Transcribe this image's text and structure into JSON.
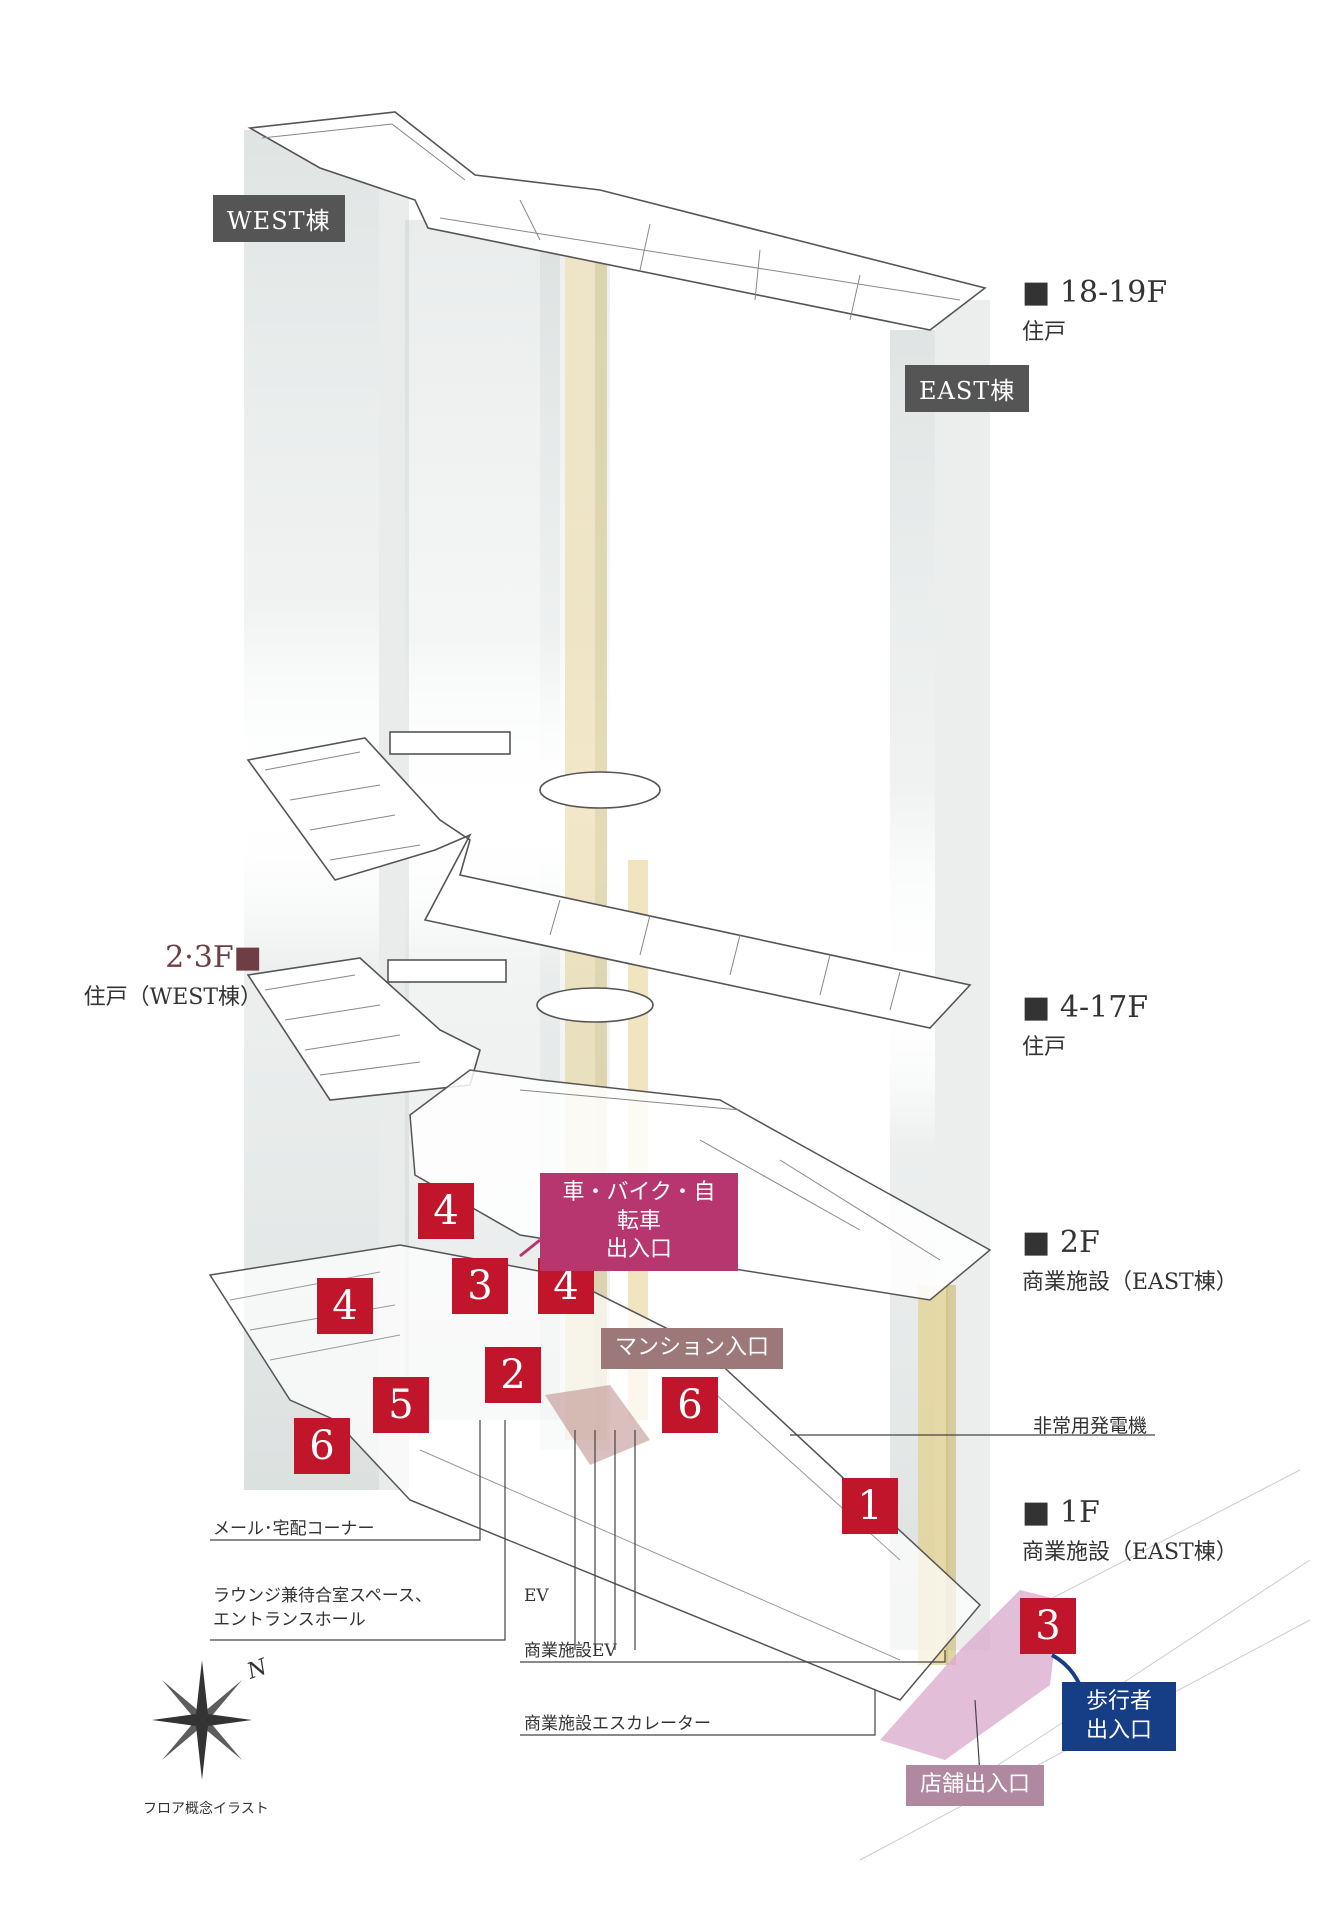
{
  "building": {
    "west": "WEST棟",
    "east": "EAST棟"
  },
  "floors": {
    "f1819": {
      "name": "18-19F",
      "use": "住戸"
    },
    "f417": {
      "name": "4-17F",
      "use": "住戸"
    },
    "f23": {
      "name": "2·3F",
      "use": "住戸（WEST棟）"
    },
    "f2": {
      "name": "2F",
      "use": "商業施設（EAST棟）"
    },
    "f1": {
      "name": "1F",
      "use": "商業施設（EAST棟）"
    }
  },
  "markers": [
    "1",
    "2",
    "3",
    "4",
    "5",
    "6"
  ],
  "callouts": {
    "vehicle": "車・バイク・自転車\n出入口",
    "mansion": "マンション入口",
    "pedestrian": "歩行者\n出入口",
    "shop": "店舗出入口"
  },
  "labels": {
    "generator": "非常用発電機",
    "mail": "メール･宅配コーナー",
    "lounge": "ラウンジ兼待合室スペース、\nエントランスホール",
    "ev": "EV",
    "commercial_ev": "商業施設EV",
    "escalator": "商業施設エスカレーター",
    "concept": "フロア概念イラスト",
    "compass": "N"
  },
  "colors": {
    "marker": "#c0152a",
    "vehicle": "#b8366f",
    "mansion": "#9c7878",
    "pedestrian": "#163e86",
    "shop": "#b089a0",
    "tag": "#555555"
  }
}
